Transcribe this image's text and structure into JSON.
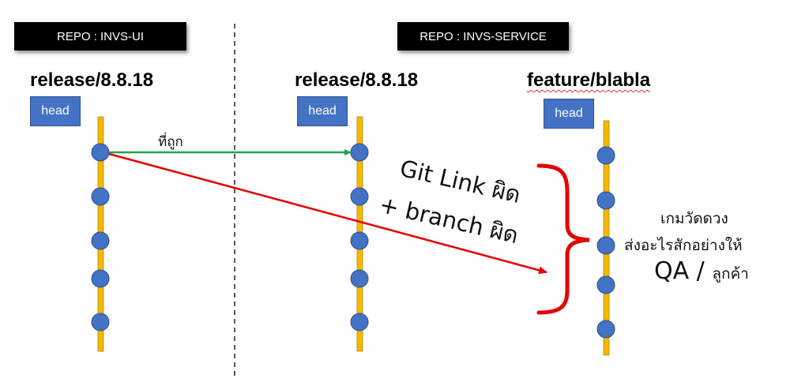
{
  "repos": {
    "left": "REPO : INVS-UI",
    "right": "REPO : INVS-SERVICE"
  },
  "branches": [
    {
      "name": "release/8.8.18",
      "head": "head"
    },
    {
      "name": "release/8.8.18",
      "head": "head"
    },
    {
      "name": "feature/blabla",
      "head": "head"
    }
  ],
  "annotations": {
    "correct": "ที่ถูก",
    "wrong_line_1": "Git Link ผิด",
    "wrong_line_2": "+ branch ผิด",
    "game_line_1": "เกมวัดดวง",
    "game_line_2": "ส่งอะไรสักอย่างให้",
    "game_line_3_main": "QA",
    "game_line_3_sep": " / ",
    "game_line_3_small": "ลูกค้า"
  },
  "colors": {
    "branch_line": "#f5b800",
    "commit": "#4472c4",
    "correct_arrow": "#1fa64a",
    "wrong_arrow": "#e60000",
    "brace": "#e60000",
    "divider": "#222222"
  }
}
